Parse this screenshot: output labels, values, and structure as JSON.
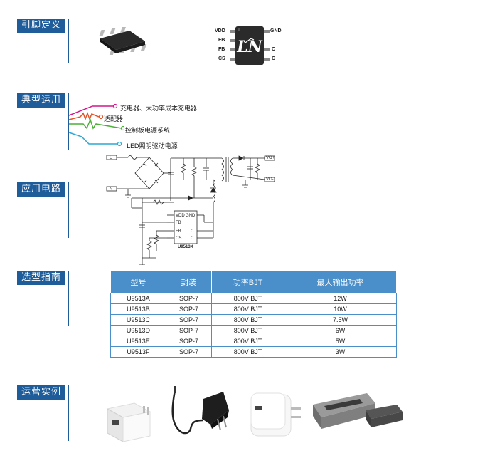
{
  "sections": {
    "pin_def": "引脚定义",
    "typical_app": "典型运用",
    "app_circuit": "应用电路",
    "selection": "选型指南",
    "examples": "运营实例"
  },
  "pins": {
    "vdd": "VDD",
    "fb1": "FB",
    "fb2": "FB",
    "cs": "CS",
    "gnd": "GND",
    "c1": "C",
    "c2": "C"
  },
  "applications": [
    {
      "label": "充电器、大功率成本充电器",
      "color": "#d4178a"
    },
    {
      "label": "适配器",
      "color": "#e4552a"
    },
    {
      "label": "控制板电源系统",
      "color": "#4caf36"
    },
    {
      "label": "LED照明驱动电源",
      "color": "#2aa8d6"
    }
  ],
  "circuit": {
    "l": "L",
    "n": "N",
    "vo_plus": "VO+",
    "vo_minus": "VO-",
    "vdd": "VDD",
    "gnd": "GND",
    "fb1": "FB",
    "fb2": "FB",
    "cs": "CS",
    "c1": "C",
    "c2": "C",
    "chip": "U9513X"
  },
  "table": {
    "headers": [
      "型号",
      "封装",
      "功率BJT",
      "最大输出功率"
    ],
    "rows": [
      [
        "U9513A",
        "SOP-7",
        "800V  BJT",
        "12W"
      ],
      [
        "U9513B",
        "SOP-7",
        "800V  BJT",
        "10W"
      ],
      [
        "U9513C",
        "SOP-7",
        "800V  BJT",
        "7.5W"
      ],
      [
        "U9513D",
        "SOP-7",
        "800V  BJT",
        "6W"
      ],
      [
        "U9513E",
        "SOP-7",
        "800V  BJT",
        "5W"
      ],
      [
        "U9513F",
        "SOP-7",
        "800V  BJT",
        "3W"
      ]
    ]
  }
}
